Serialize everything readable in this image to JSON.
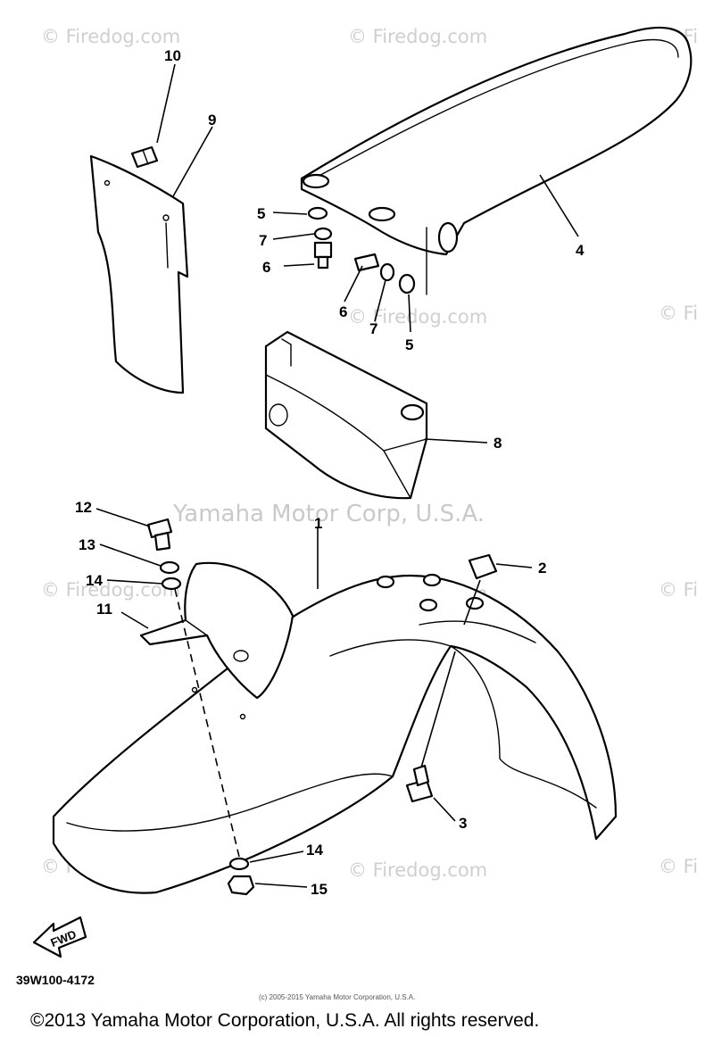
{
  "watermarks": {
    "brand": "© Firedog.com",
    "brand_clipped": "© Fi",
    "main": "Yamaha Motor Corp, U.S.A."
  },
  "callouts": {
    "c1": "1",
    "c2": "2",
    "c3": "3",
    "c4": "4",
    "c5a": "5",
    "c5b": "5",
    "c6a": "6",
    "c6b": "6",
    "c7a": "7",
    "c7b": "7",
    "c8": "8",
    "c9": "9",
    "c10": "10",
    "c11": "11",
    "c12": "12",
    "c13": "13",
    "c14a": "14",
    "c14b": "14",
    "c15": "15"
  },
  "fwd_label": "FWD",
  "diagram_code": "39W100-4172",
  "small_copyright": "(c) 2005-2015 Yamaha Motor Corporation, U.S.A.",
  "footer_copyright": "©2013 Yamaha Motor Corporation, U.S.A. All rights reserved."
}
